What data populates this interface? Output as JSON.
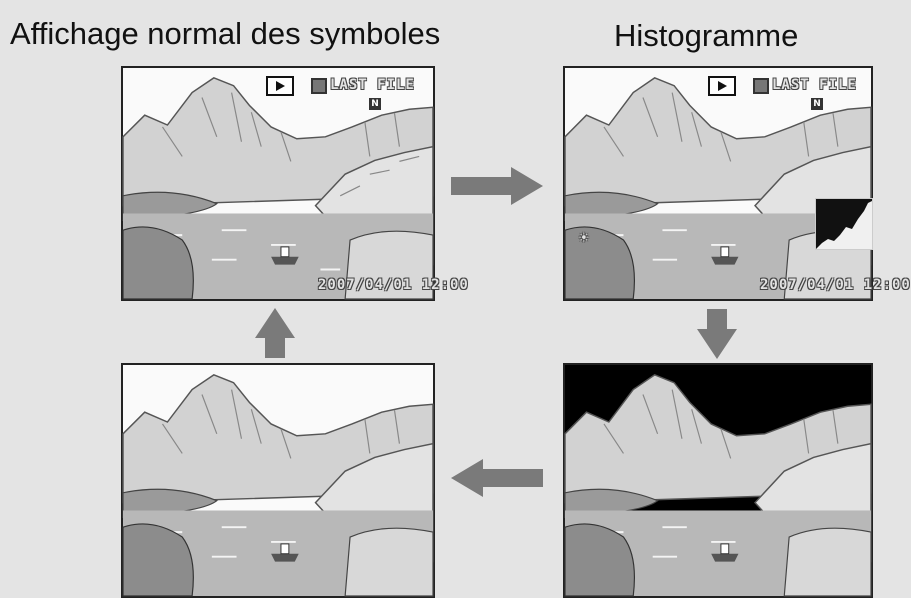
{
  "captions": {
    "normal": "Affichage normal des symboles",
    "histogram": "Histogramme"
  },
  "panels": {
    "normal": {
      "file_label": "LAST FILE",
      "datetime": "2007/04/01 12:00"
    },
    "histogram": {
      "file_label": "LAST FILE",
      "datetime": "2007/04/01 12:00"
    }
  },
  "icons": {
    "play": "play-icon",
    "protect": "protect-icon",
    "quality": "n-icon",
    "exposure": "exposure-icon",
    "flow_arrows": [
      "arrow-right",
      "arrow-down",
      "arrow-left",
      "arrow-up"
    ]
  },
  "colors": {
    "background": "#e4e4e4",
    "arrow": "#7a7a7a",
    "overexposure_blink": "#000000"
  }
}
